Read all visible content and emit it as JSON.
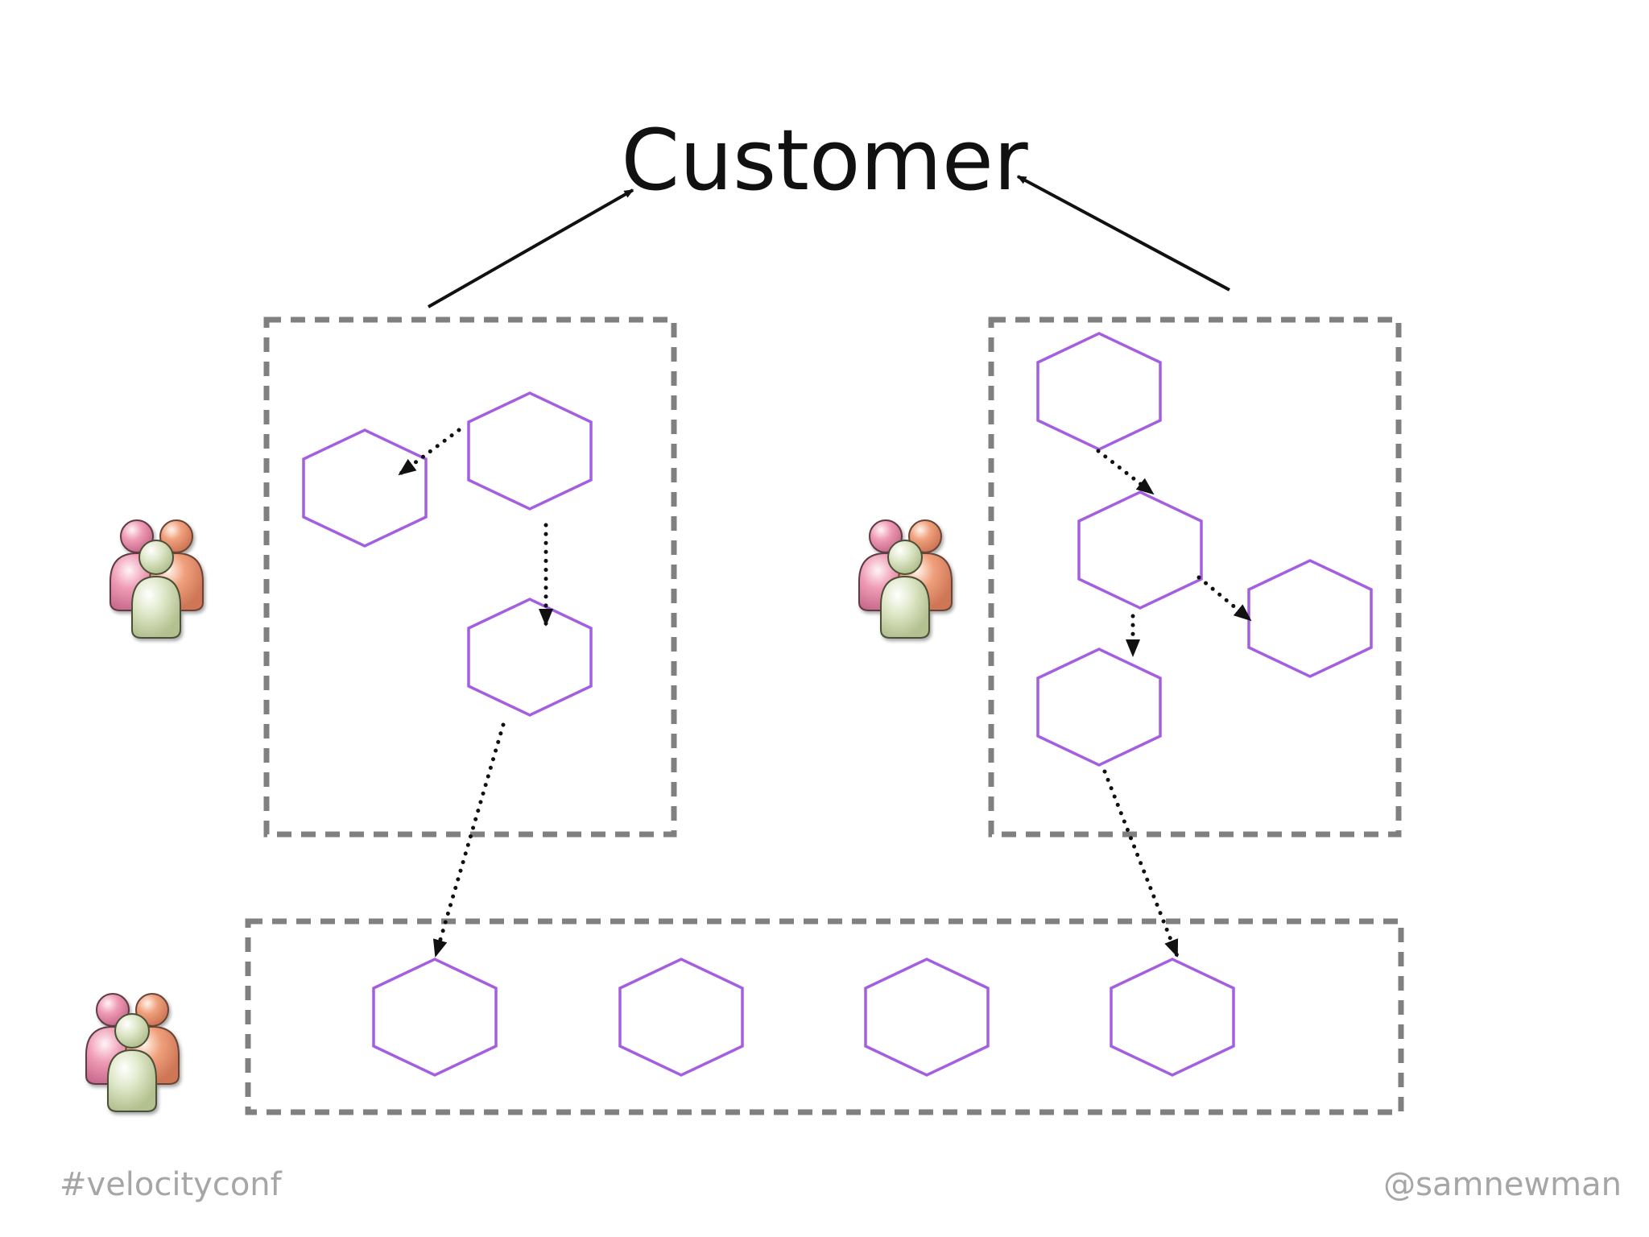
{
  "title": "Customer",
  "footer": {
    "hashtag": "#velocityconf",
    "handle": "@samnewman"
  },
  "colors": {
    "background": "#ffffff",
    "service_stroke": "#a45ee0",
    "box_stroke": "#808080",
    "arrow": "#111111",
    "footer_text": "#a6a6a6"
  },
  "diagram": {
    "nodes": {
      "teams": [
        {
          "id": "team-left",
          "icon": "team-icon"
        },
        {
          "id": "team-right",
          "icon": "team-icon"
        },
        {
          "id": "team-bottom",
          "icon": "team-icon"
        }
      ],
      "group_boxes": [
        "box-left",
        "box-right",
        "box-shared"
      ],
      "services": [
        "left-service-a",
        "left-service-b",
        "left-service-c",
        "right-service-a",
        "right-service-b",
        "right-service-c",
        "right-service-d",
        "shared-service-1",
        "shared-service-2",
        "shared-service-3",
        "shared-service-4"
      ]
    },
    "edges": [
      {
        "from": "box-left",
        "to": "title",
        "style": "solid"
      },
      {
        "from": "box-right",
        "to": "title",
        "style": "solid"
      },
      {
        "from": "left-service-b",
        "to": "left-service-a",
        "style": "dotted"
      },
      {
        "from": "left-service-b",
        "to": "left-service-c",
        "style": "dotted"
      },
      {
        "from": "left-service-c",
        "to": "shared-service-1",
        "style": "dotted"
      },
      {
        "from": "right-service-a",
        "to": "right-service-b",
        "style": "dotted"
      },
      {
        "from": "right-service-b",
        "to": "right-service-c",
        "style": "dotted"
      },
      {
        "from": "right-service-b",
        "to": "right-service-d",
        "style": "dotted"
      },
      {
        "from": "right-service-d",
        "to": "shared-service-4",
        "style": "dotted"
      }
    ]
  }
}
